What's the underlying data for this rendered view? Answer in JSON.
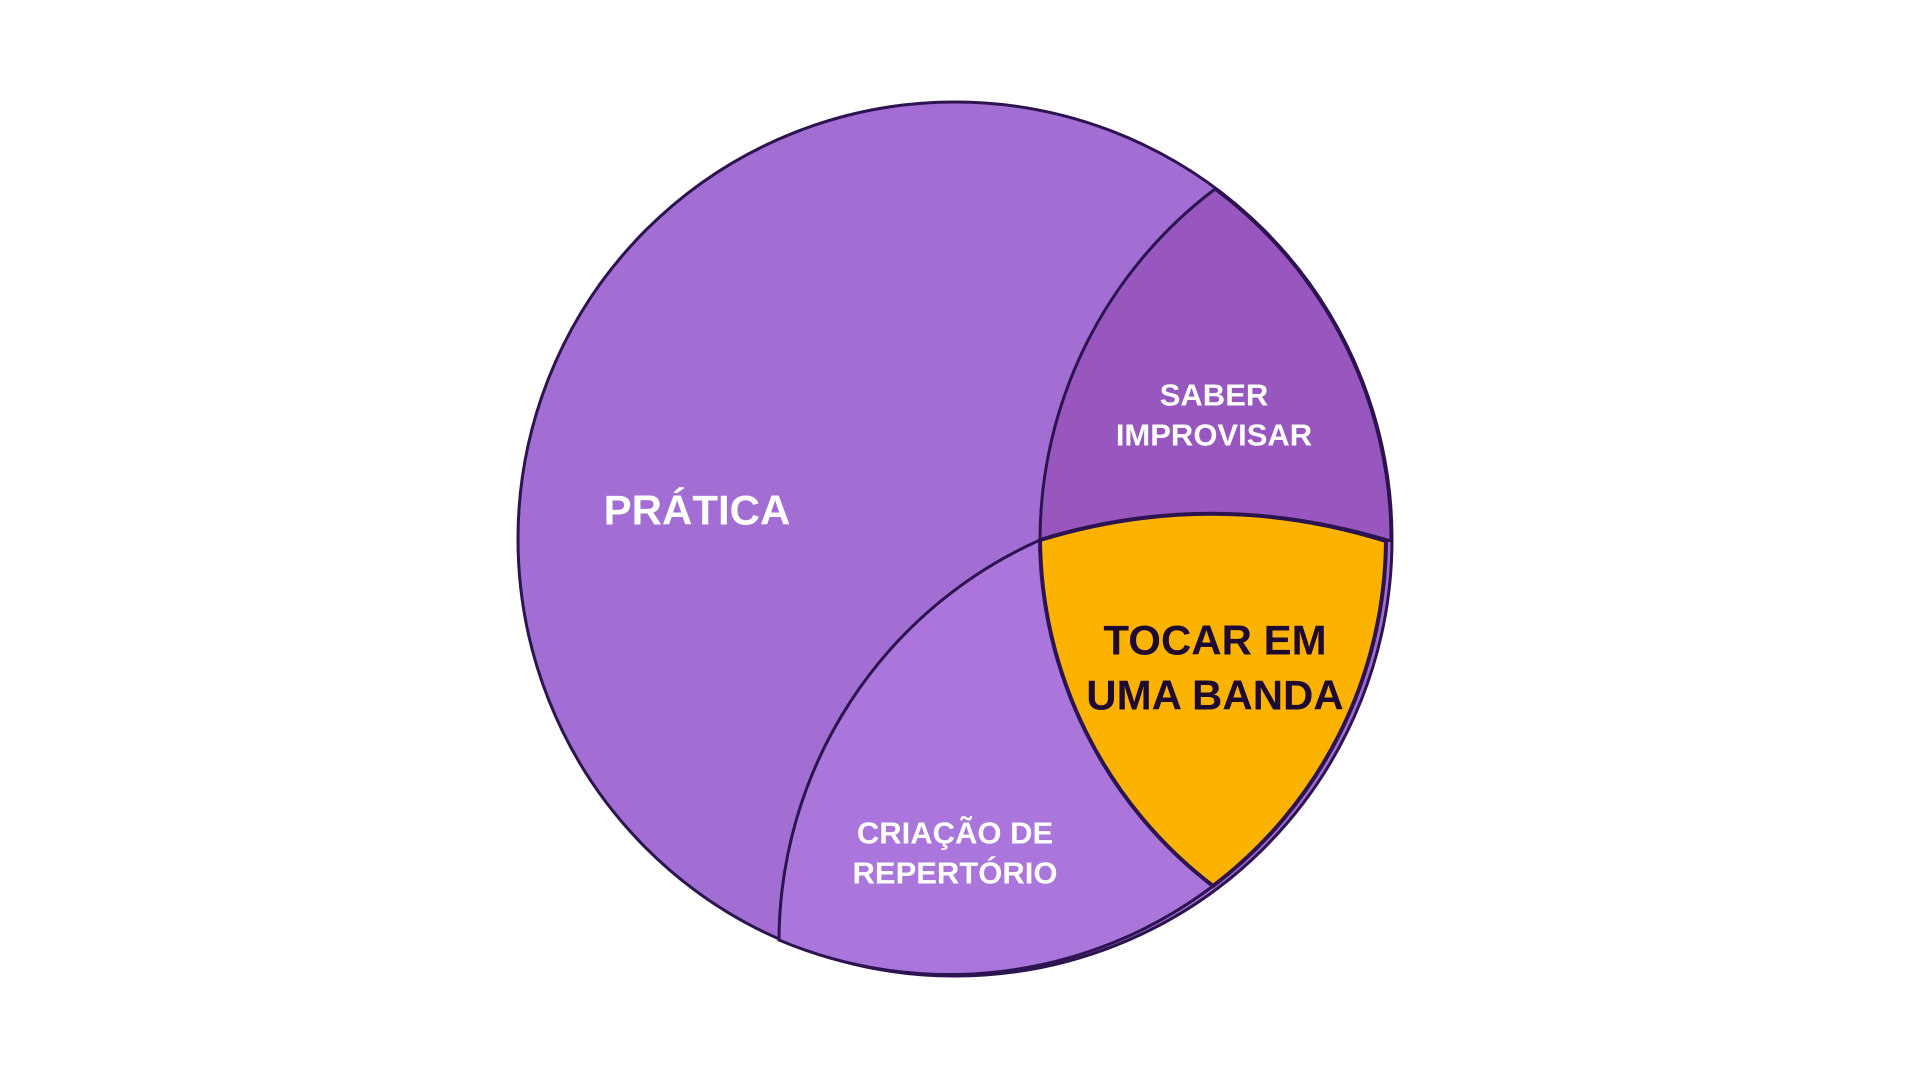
{
  "diagram": {
    "regions": [
      {
        "id": "pratica",
        "label": "PRÁTICA",
        "color": "#A26ED4"
      },
      {
        "id": "saber-improvisar",
        "label_lines": [
          "SABER",
          "IMPROVISAR"
        ],
        "color": "#9857BE"
      },
      {
        "id": "criacao-repertorio",
        "label_lines": [
          "CRIAÇÃO DE",
          "REPERTÓRIO"
        ],
        "color": "#AB76DB"
      },
      {
        "id": "tocar-banda",
        "label_lines": [
          "TOCAR EM",
          "UMA BANDA"
        ],
        "color": "#FBB300",
        "highlighted": true
      }
    ],
    "stroke_color": "#2D1450",
    "text_color_light": "#FFFFFF",
    "text_color_dark": "#1E0A30"
  }
}
